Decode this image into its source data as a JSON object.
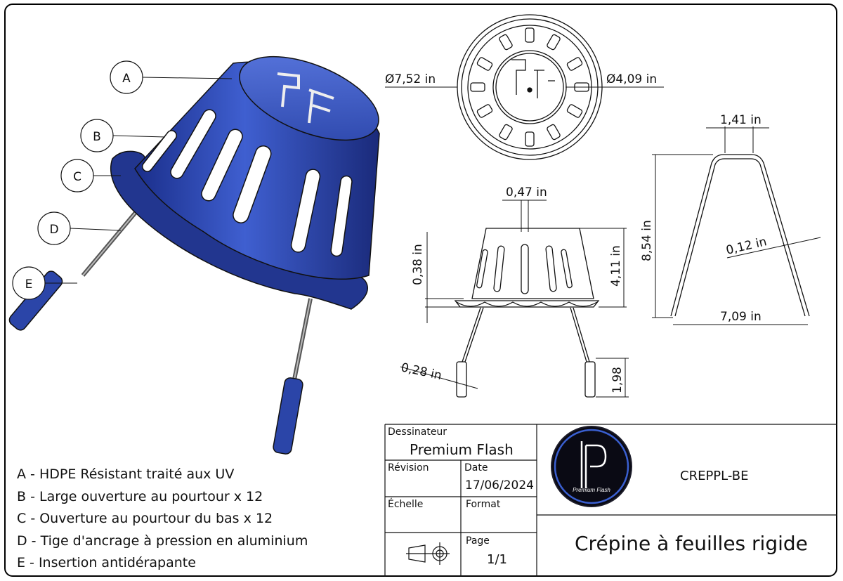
{
  "callouts": [
    {
      "letter": "A",
      "text": "HDPE Résistant traité aux UV"
    },
    {
      "letter": "B",
      "text": "Large ouverture au pourtour x 12"
    },
    {
      "letter": "C",
      "text": "Ouverture au pourtour du bas x 12"
    },
    {
      "letter": "D",
      "text": "Tige d'ancrage à pression en aluminium"
    },
    {
      "letter": "E",
      "text": "Insertion antidérapante"
    }
  ],
  "dimensions": {
    "outer_diameter": "Ø7,52 in",
    "inner_diameter": "Ø4,09 in",
    "slot_width": "0,47 in",
    "base_height": "0,38 in",
    "body_height": "4,11 in",
    "tip_diameter": "0,28 in",
    "tip_length": "1,98",
    "rod_top_width": "1,41 in",
    "rod_height": "8,54 in",
    "rod_thickness": "0,12 in",
    "rod_span": "7,09 in"
  },
  "title_block": {
    "designer_label": "Dessinateur",
    "designer_value": "Premium Flash",
    "revision_label": "Révision",
    "date_label": "Date",
    "date_value": "17/06/2024",
    "scale_label": "Échelle",
    "format_label": "Format",
    "page_label": "Page",
    "page_value": "1/1",
    "reference": "CREPPL-BE",
    "title": "Crépine à feuilles rigide",
    "logo_text": "Premium Flash"
  },
  "colors": {
    "part_blue": "#2b45a8",
    "part_dark": "#16267a",
    "line": "#111111"
  }
}
